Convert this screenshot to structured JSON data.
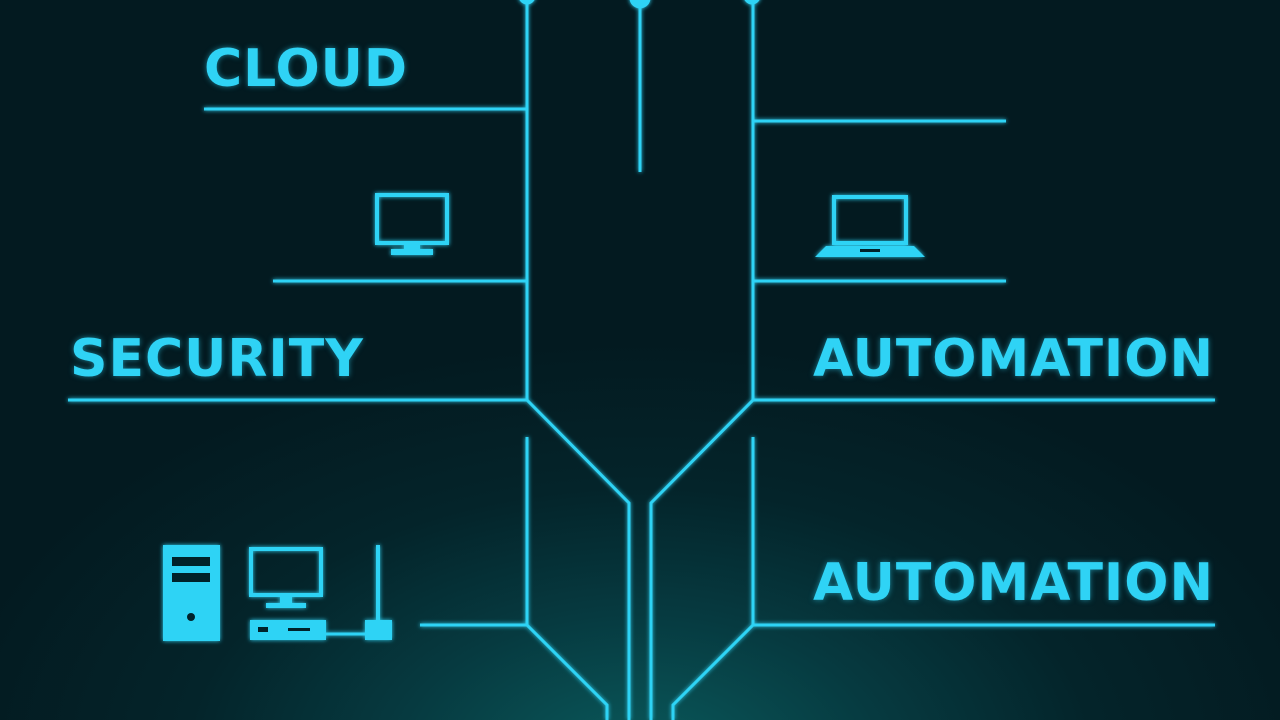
{
  "labels": {
    "cloud": "CLOUD",
    "security": "SECURITY",
    "automation_1": "AUTOMATION",
    "automation_2": "AUTOMATION"
  },
  "icons": {
    "top_left": "monitor-icon",
    "top_right": "laptop-icon",
    "bottom_left_1": "desktop-tower-icon",
    "bottom_left_2": "desktop-computer-icon",
    "bottom_left_3": "router-antenna-icon"
  },
  "colors": {
    "line": "#2fd3f5",
    "text": "#2fd3f5",
    "background_dark": "#031a20",
    "background_glow": "#0a5a5c"
  }
}
